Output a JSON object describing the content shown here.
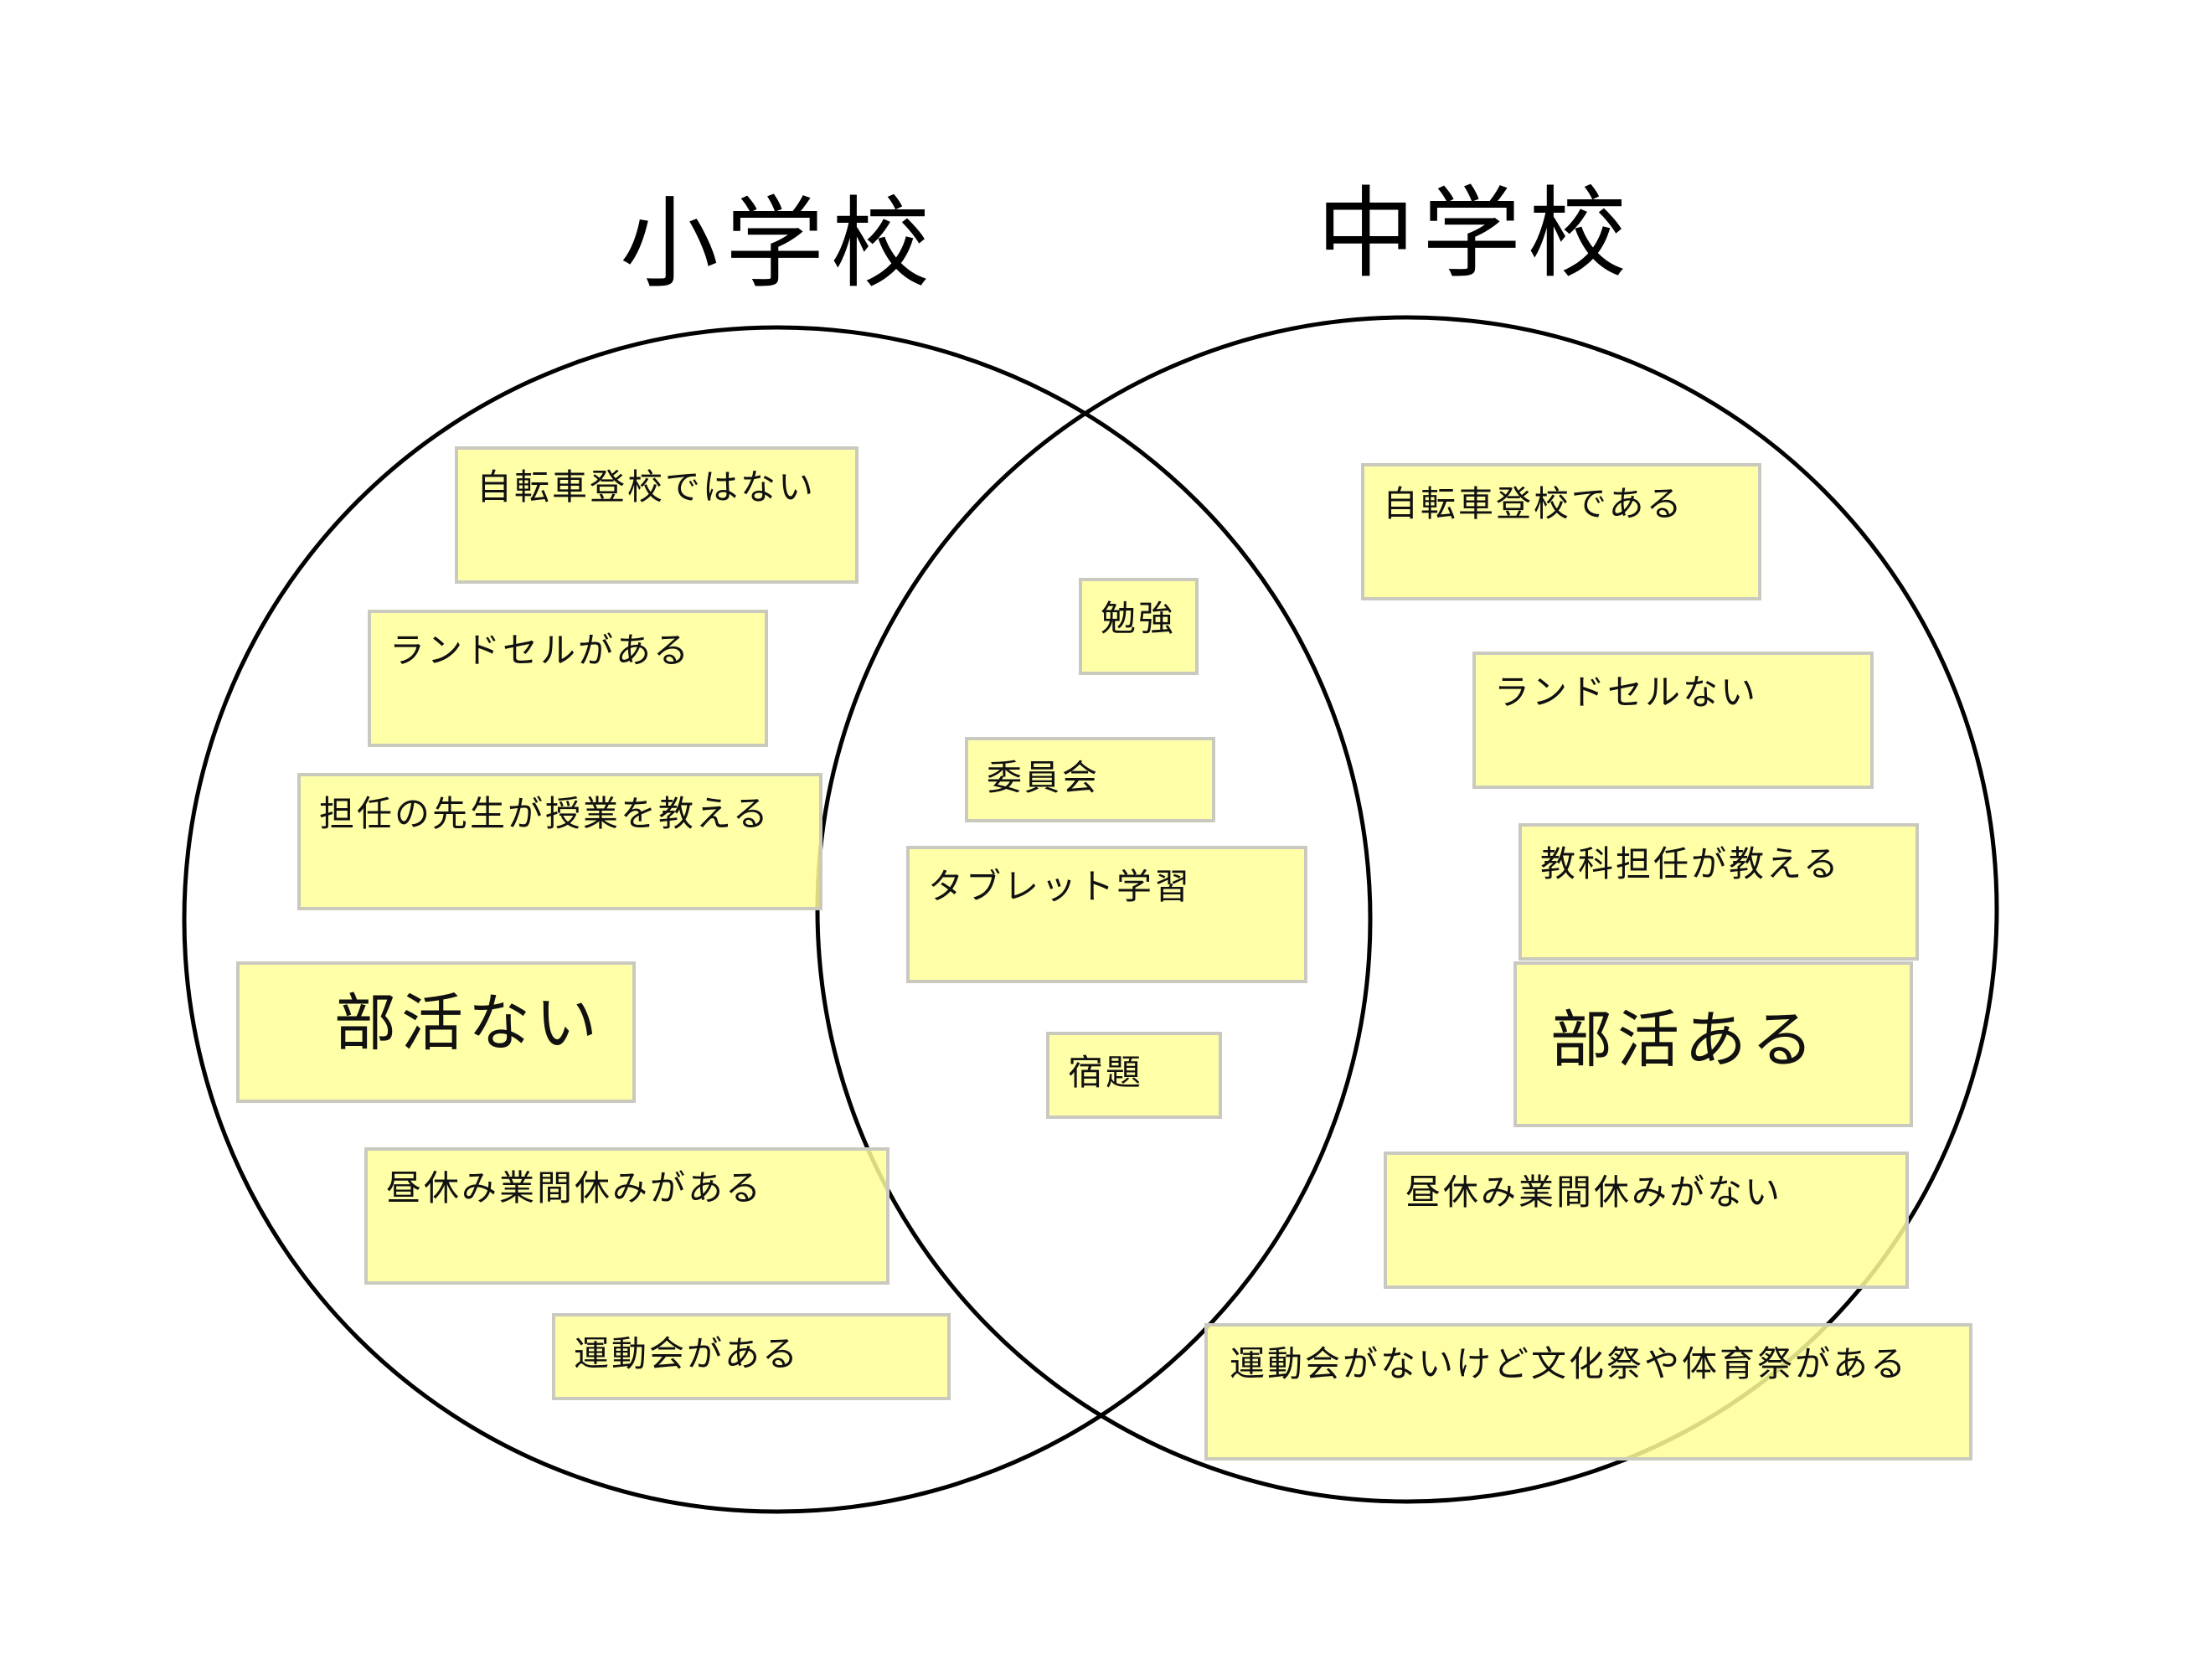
{
  "titles": {
    "left": "小学校",
    "right": "中学校"
  },
  "colors": {
    "note_fill": "#ffff99",
    "note_border": "#c9c9c0",
    "circle_stroke": "#000000"
  },
  "left_notes": [
    "自転車登校ではない",
    "ランドセルがある",
    "担任の先生が授業を教える",
    "部活ない",
    "昼休み業間休みがある",
    "運動会がある"
  ],
  "shared_notes": [
    "勉強",
    "委員会",
    "タブレット学習",
    "宿題"
  ],
  "right_notes": [
    "自転車登校である",
    "ランドセルない",
    "教科担任が教える",
    "部活ある",
    "昼休み業間休みがない",
    "運動会がないけど文化祭や体育祭がある"
  ]
}
